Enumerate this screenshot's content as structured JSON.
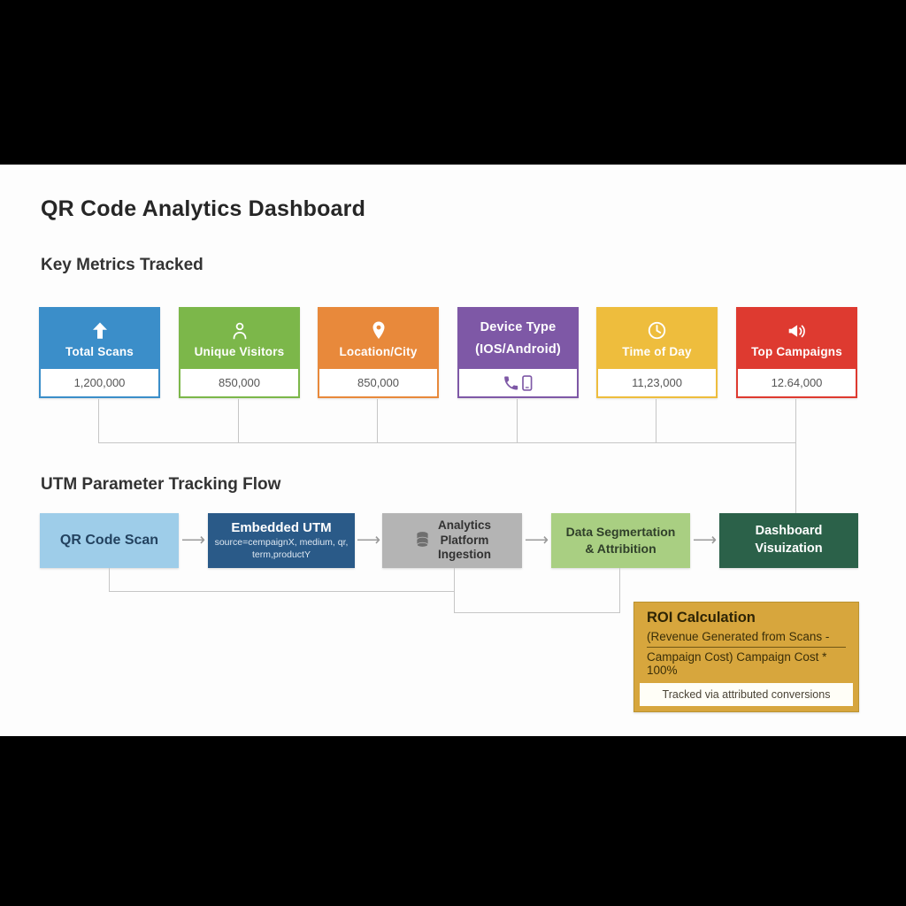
{
  "page": {
    "title": "QR Code Analytics Dashboard"
  },
  "sections": {
    "metrics_heading": "Key Metrics Tracked",
    "flow_heading": "UTM Parameter Tracking Flow"
  },
  "metrics": [
    {
      "label": "Total Scans",
      "value": "1,200,000",
      "icon": "arrow-up-icon",
      "color": "#3b8ec9"
    },
    {
      "label": "Unique Visitors",
      "value": "850,000",
      "icon": "person-icon",
      "color": "#7cb74a"
    },
    {
      "label": "Location/City",
      "value": "850,000",
      "icon": "map-pin-icon",
      "color": "#e8893b"
    },
    {
      "label": "Device Type",
      "label2": "(IOS/Android)",
      "value": "",
      "icon": "phone-and-smartphone-icon",
      "color": "#7e58a6"
    },
    {
      "label": "Time of Day",
      "value": "11,23,000",
      "icon": "clock-icon",
      "color": "#eebd3d"
    },
    {
      "label": "Top Campaigns",
      "value": "12.64,000",
      "icon": "megaphone-icon",
      "color": "#de3a30"
    }
  ],
  "flow": [
    {
      "line1": "QR Code Scan"
    },
    {
      "line1": "Embedded UTM",
      "sub1": "source=cempaignX, medium, qr,",
      "sub2": "term,productY"
    },
    {
      "line1": "Analytics",
      "line2": "Platform",
      "line3": "Ingestion",
      "icon": "database-icon"
    },
    {
      "line1": "Data Segmertation",
      "line2": "& Attribition"
    },
    {
      "line1": "Dashboard",
      "line2": "Visuization"
    }
  ],
  "roi": {
    "title": "ROI Calculation",
    "line1": "(Revenue Generated from Scans -",
    "line2": "Campaign Cost) Campaign Cost * 100%",
    "footer": "Tracked via attributed conversions"
  },
  "glyphs": {
    "flow_arrow": "⟶"
  },
  "colors": {
    "background_bars": "#000000",
    "canvas": "#fdfdfd",
    "connector_line": "#c6c6c6",
    "flow_qr_bg": "#9ecde9",
    "flow_utm_bg": "#2a5a88",
    "flow_analytics_bg": "#b4b4b4",
    "flow_segmentation_bg": "#a9cf82",
    "flow_dashboard_bg": "#2b6149",
    "roi_bg": "#d7a63d"
  }
}
